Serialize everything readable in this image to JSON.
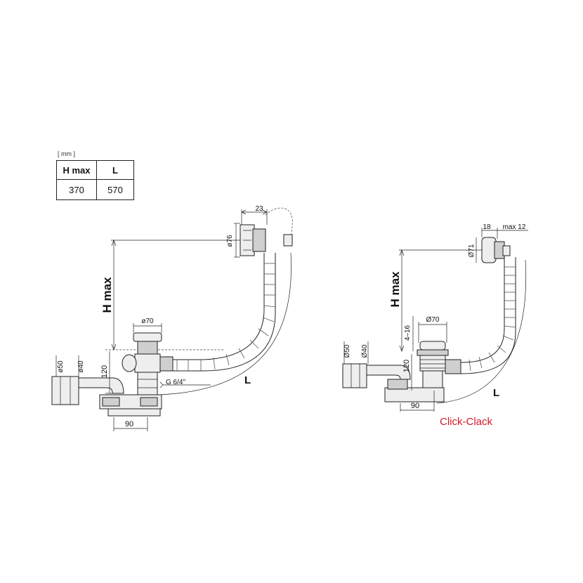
{
  "spec_table": {
    "unit": "[ mm ]",
    "headers": [
      "H max",
      "L"
    ],
    "values": [
      "370",
      "570"
    ]
  },
  "left_drawing": {
    "h_max": "H max",
    "d76": "ø76",
    "d23": "23",
    "d70": "ø70",
    "d50": "ø50",
    "d40": "ø40",
    "d120": "120",
    "thread": "G 6/4\"",
    "d90": "90",
    "length": "L"
  },
  "right_drawing": {
    "h_max": "H max",
    "d18": "18",
    "max12": "max 12",
    "d71": "Ø71",
    "d70": "Ø70",
    "range": "4–16",
    "d50": "Ø50",
    "d40": "Ø40",
    "d120": "120",
    "d90": "90",
    "length": "L"
  },
  "caption": "Click-Clack",
  "colors": {
    "caption": "#d4182a",
    "line": "#222222"
  }
}
